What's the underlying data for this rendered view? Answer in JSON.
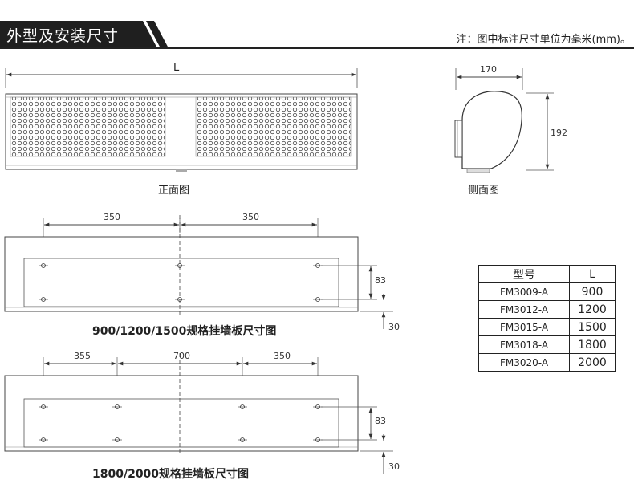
{
  "header": {
    "title": "外型及安装尺寸",
    "note": "注：图中标注尺寸单位为毫米(mm)。"
  },
  "front_view": {
    "length_label": "L",
    "caption": "正面图"
  },
  "side_view": {
    "width_label": "170",
    "height_label": "192",
    "caption": "侧面图"
  },
  "plate_small": {
    "left_dim": "350",
    "right_dim": "350",
    "vertical_dim": "83",
    "bottom_dim": "30",
    "caption": "900/1200/1500规格挂墙板尺寸图"
  },
  "plate_large": {
    "left_dim": "355",
    "middle_dim": "700",
    "right_dim": "350",
    "vertical_dim": "83",
    "bottom_dim": "30",
    "caption": "1800/2000规格挂墙板尺寸图"
  },
  "table": {
    "headers": [
      "型号",
      "L"
    ],
    "rows": [
      {
        "model": "FM3009-A",
        "length": "900"
      },
      {
        "model": "FM3012-A",
        "length": "1200"
      },
      {
        "model": "FM3015-A",
        "length": "1500"
      },
      {
        "model": "FM3018-A",
        "length": "1800"
      },
      {
        "model": "FM3020-A",
        "length": "2000"
      }
    ]
  }
}
